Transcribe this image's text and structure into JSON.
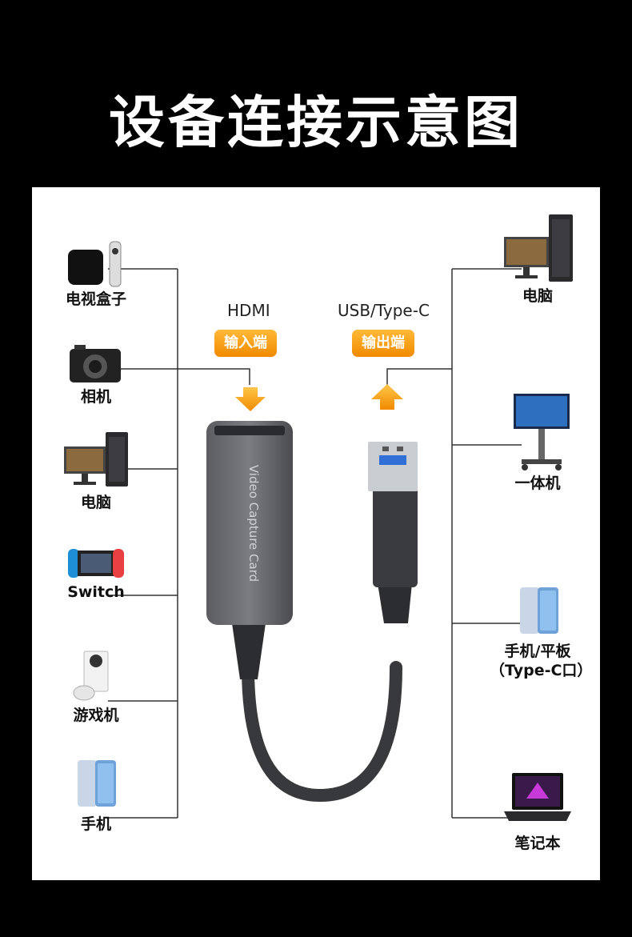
{
  "title": "设备连接示意图",
  "input": {
    "port": "HDMI",
    "tag": "输入端"
  },
  "output": {
    "port": "USB/Type-C",
    "tag": "输出端"
  },
  "card_text": "Video Capture Card",
  "left_devices": [
    {
      "label": "电视盒子",
      "icon": "tv-box-icon"
    },
    {
      "label": "相机",
      "icon": "camera-icon"
    },
    {
      "label": "电脑",
      "icon": "desktop-pc-icon"
    },
    {
      "label": "Switch",
      "icon": "game-console-icon"
    },
    {
      "label": "游戏机",
      "icon": "xbox-icon"
    },
    {
      "label": "手机",
      "icon": "phone-icon"
    }
  ],
  "right_devices": [
    {
      "label": "电脑",
      "icon": "desktop-pc-icon"
    },
    {
      "label": "一体机",
      "icon": "smart-board-icon"
    },
    {
      "label": "手机/平板",
      "label2": "（Type-C口）",
      "icon": "phone-icon"
    },
    {
      "label": "笔记本",
      "icon": "laptop-icon"
    }
  ],
  "colors": {
    "accent": "#f5a21a",
    "line": "#333333",
    "device": "#5e6064"
  }
}
